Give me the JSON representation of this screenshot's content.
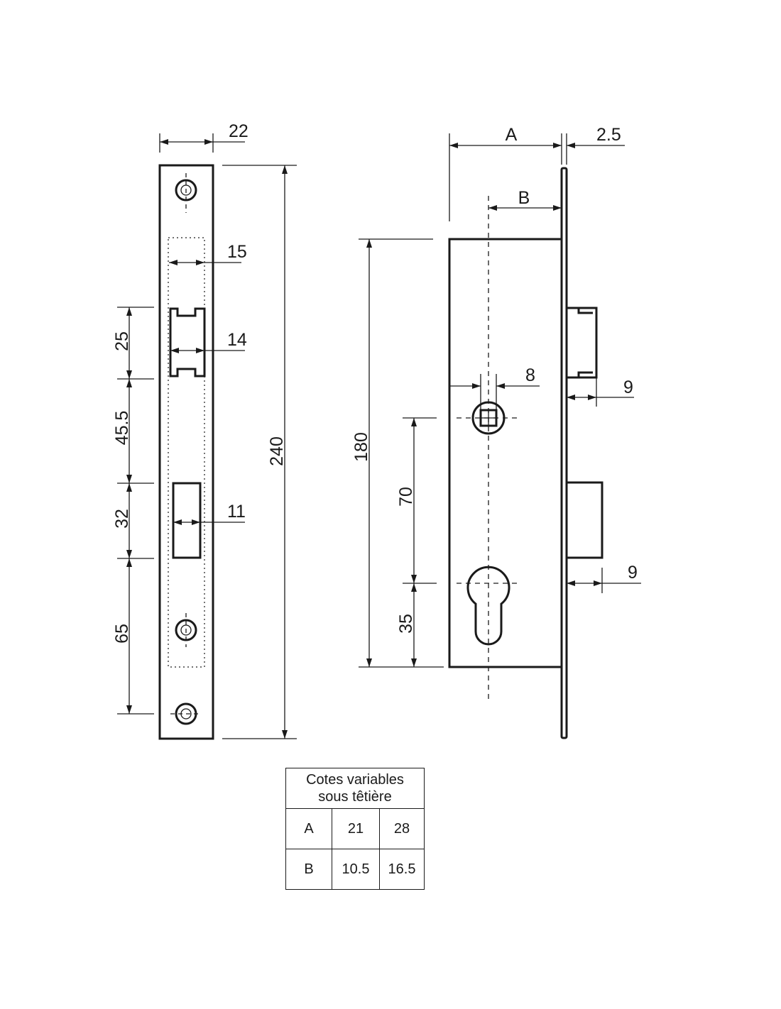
{
  "front_view": {
    "width": "22",
    "cutout_width": "15",
    "latch_width": "14",
    "bolt_width": "11",
    "total_height": "240",
    "dim_25": "25",
    "dim_45_5": "45.5",
    "dim_32": "32",
    "dim_65": "65"
  },
  "side_view": {
    "depth_label": "A",
    "backset_label": "B",
    "faceplate_thickness": "2.5",
    "body_height": "180",
    "spindle_size": "8",
    "latch_projection": "9",
    "bolt_projection": "9",
    "center_distance": "70",
    "cylinder_offset": "35"
  },
  "table": {
    "header_line1": "Cotes variables",
    "header_line2": "sous têtière",
    "rows": [
      {
        "label": "A",
        "v1": "21",
        "v2": "28"
      },
      {
        "label": "B",
        "v1": "10.5",
        "v2": "16.5"
      }
    ]
  }
}
